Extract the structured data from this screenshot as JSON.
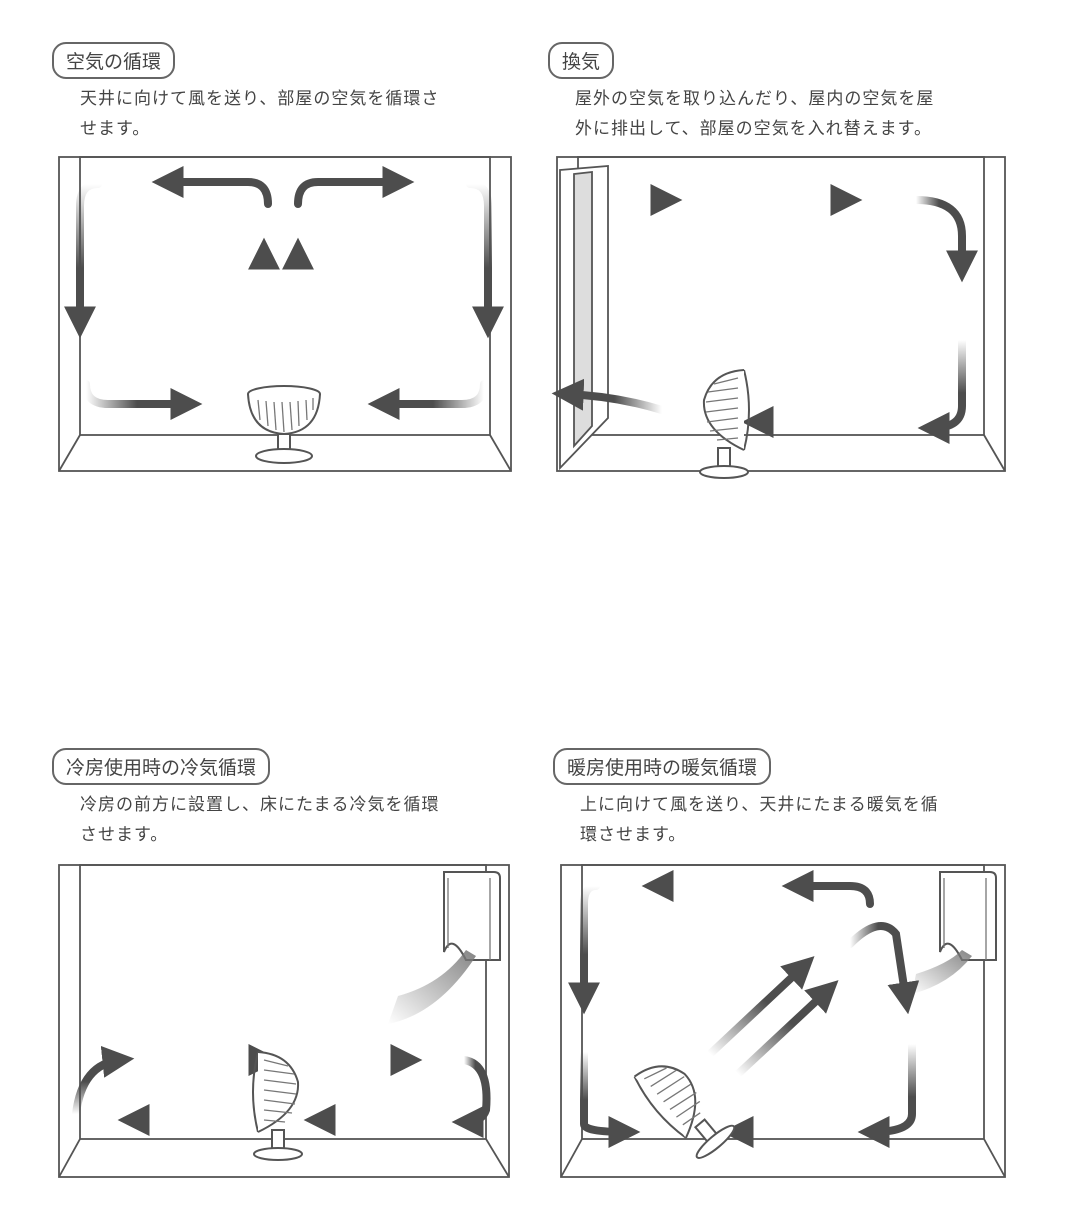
{
  "panels": [
    {
      "label": "空気の循環",
      "desc_line1": "天井に向けて風を送り、部屋の空気を循環さ",
      "desc_line2": "せます。"
    },
    {
      "label": "換気",
      "desc_line1": "屋外の空気を取り込んだり、屋内の空気を屋",
      "desc_line2": "外に排出して、部屋の空気を入れ替えます。"
    },
    {
      "label": "冷房使用時の冷気循環",
      "desc_line1": "冷房の前方に設置し、床にたまる冷気を循環",
      "desc_line2": "させます。"
    },
    {
      "label": "暖房使用時の暖気循環",
      "desc_line1": "上に向けて風を送り、天井にたまる暖気を循",
      "desc_line2": "環させます。"
    }
  ],
  "colors": {
    "arrow": "#4d4d4d",
    "line": "#555555",
    "border": "#666666"
  }
}
